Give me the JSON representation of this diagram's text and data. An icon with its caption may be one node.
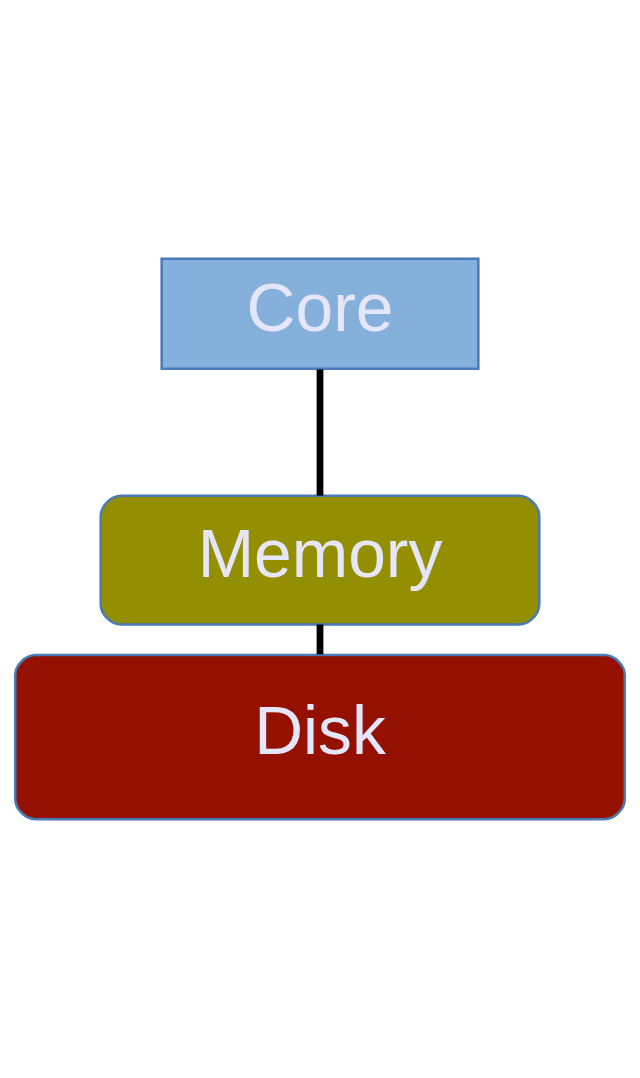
{
  "diagram": {
    "nodes": [
      {
        "text": [
          "Core"
        ]
      },
      {
        "text": [
          "Memory"
        ]
      },
      {
        "text": [
          "Disk"
        ]
      }
    ],
    "edges": [
      {
        "from": 0,
        "to": 1,
        "arrow": "none"
      },
      {
        "from": 1,
        "to": 2,
        "arrow": "none"
      }
    ]
  }
}
